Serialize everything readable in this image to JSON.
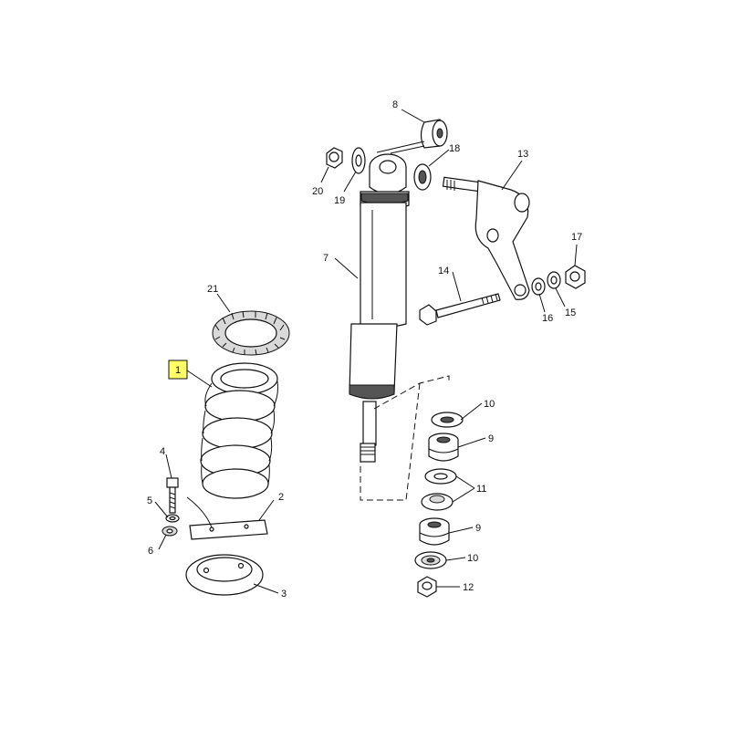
{
  "diagram": {
    "highlighted_callout": "1",
    "highlight_color": "#ffff66",
    "callouts": {
      "p1": "1",
      "p2": "2",
      "p3": "3",
      "p4": "4",
      "p5": "5",
      "p6": "6",
      "p7": "7",
      "p8": "8",
      "p9a": "9",
      "p9b": "9",
      "p10a": "10",
      "p10b": "10",
      "p11": "11",
      "p12": "12",
      "p13": "13",
      "p14": "14",
      "p15": "15",
      "p16": "16",
      "p17": "17",
      "p18": "18",
      "p19": "19",
      "p20": "20",
      "p21": "21"
    }
  }
}
